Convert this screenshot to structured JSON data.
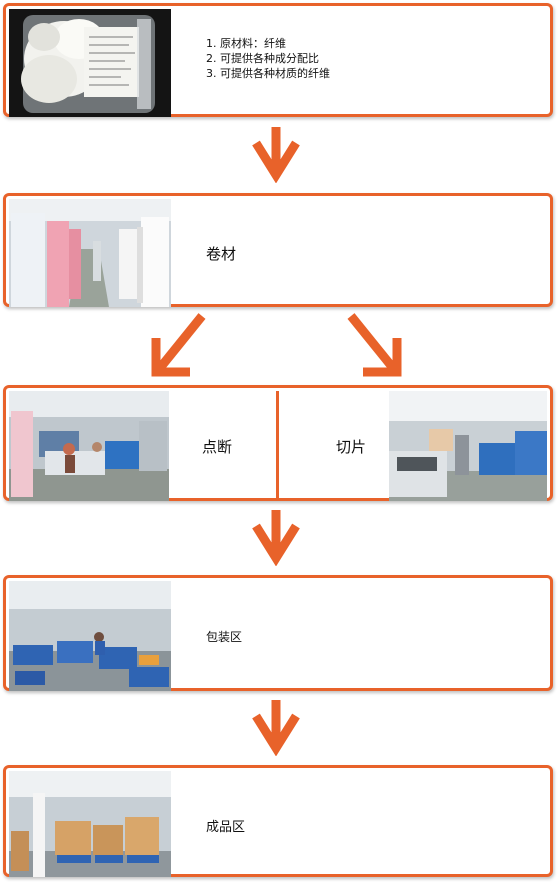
{
  "theme": {
    "accent": "#e8622a"
  },
  "steps": {
    "raw_material": {
      "lines": [
        "1. 原材料：纤维",
        "2. 可提供各种成分配比",
        "3. 可提供各种材质的纤维"
      ]
    },
    "roll": {
      "label": "卷材"
    },
    "dot_break": {
      "label": "点断"
    },
    "cut_sheet": {
      "label": "切片"
    },
    "packing": {
      "label": "包装区"
    },
    "finished": {
      "label": "成品区"
    }
  },
  "icons": [
    "arrow-down-icon",
    "arrow-down-left-icon",
    "arrow-down-right-icon"
  ]
}
